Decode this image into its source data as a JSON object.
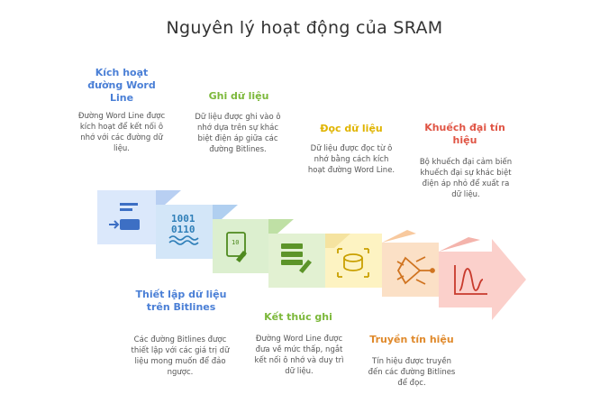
{
  "title": "Nguyên lý hoạt động của SRAM",
  "colors": {
    "blue": "#4a7fd6",
    "green": "#7cb83a",
    "yellow": "#e0b400",
    "red": "#e05545",
    "orange": "#e08a2c"
  },
  "steps": [
    {
      "id": 1,
      "title": "Kích hoạt đường Word Line",
      "desc": "Đường Word Line được kích hoạt để kết nối ô nhớ với các đường dữ liệu.",
      "icon": "activate-icon"
    },
    {
      "id": 2,
      "title": "Thiết lập dữ liệu trên Bitlines",
      "desc": "Các đường Bitlines được thiết lập với các giá trị dữ liệu mong muốn để đảo ngược.",
      "icon": "binary-data-icon"
    },
    {
      "id": 3,
      "title": "Ghi dữ liệu",
      "desc": "Dữ liệu được ghi vào ô nhớ dựa trên sự khác biệt điện áp giữa các đường Bitlines.",
      "icon": "write-data-icon"
    },
    {
      "id": 4,
      "title": "Kết thúc ghi",
      "desc": "Đường Word Line được đưa về mức thấp, ngắt kết nối ô nhớ và duy trì dữ liệu.",
      "icon": "end-write-icon"
    },
    {
      "id": 5,
      "title": "Đọc dữ liệu",
      "desc": "Dữ liệu được đọc từ ô nhớ bằng cách kích hoạt đường Word Line.",
      "icon": "read-data-icon"
    },
    {
      "id": 6,
      "title": "Truyền tín hiệu",
      "desc": "Tín hiệu được truyền đến các đường Bitlines để đọc.",
      "icon": "transmit-signal-icon"
    },
    {
      "id": 7,
      "title": "Khuếch đại tín hiệu",
      "desc": "Bộ khuếch đại cảm biến khuếch đại sự khác biệt điện áp nhỏ để xuất ra dữ liệu.",
      "icon": "amplify-signal-icon"
    }
  ]
}
